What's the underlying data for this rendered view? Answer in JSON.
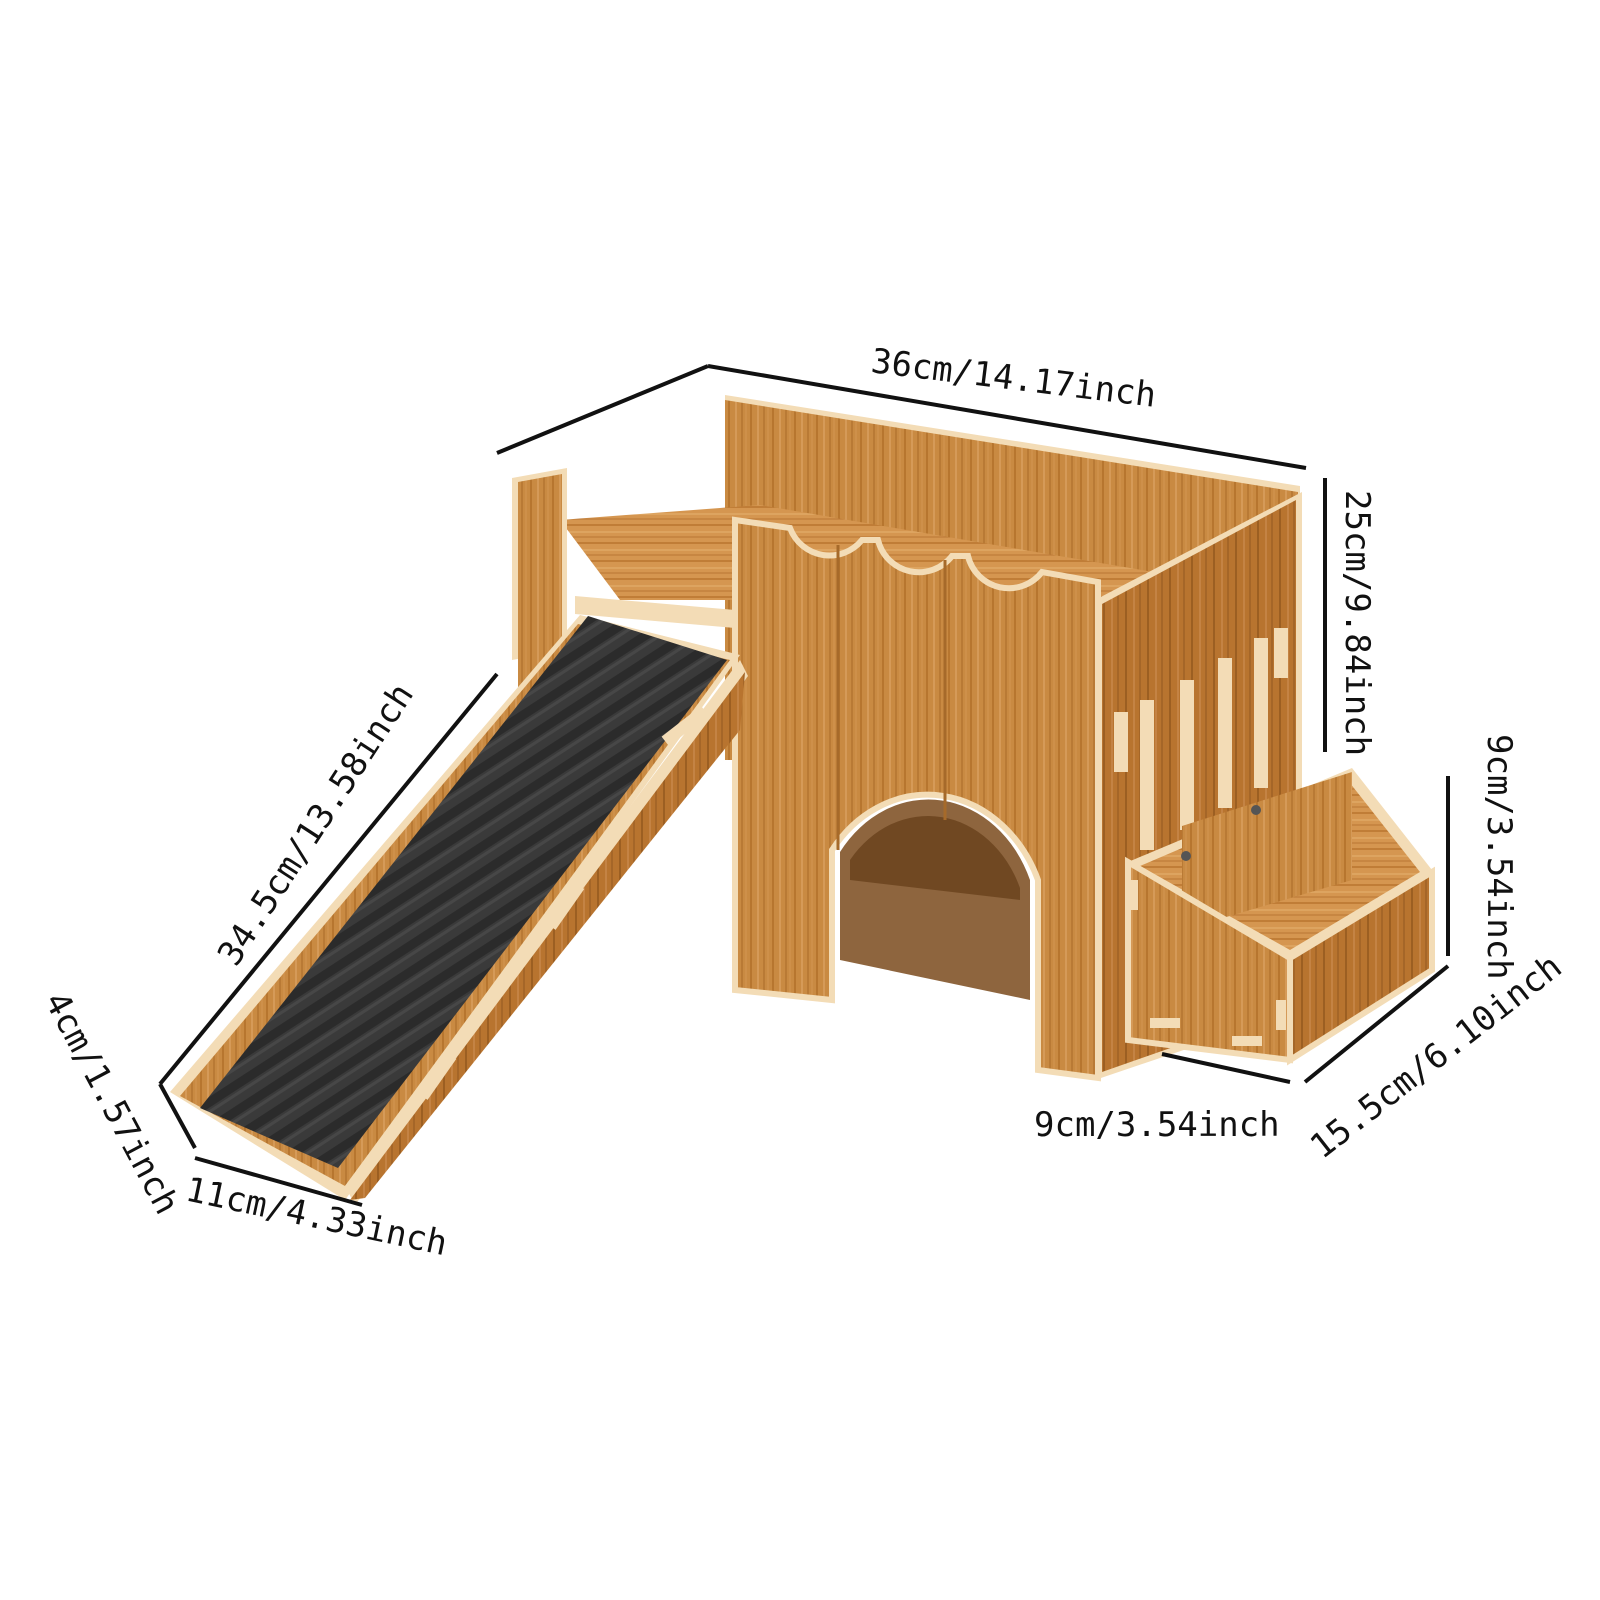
{
  "colors": {
    "background": "#ffffff",
    "wood_light": "#d99a4e",
    "wood_mid": "#c07a33",
    "wood_dark": "#8e5a24",
    "wood_edge": "#f3dcb6",
    "carpet": "#3b3b3b",
    "carpet_rib": "#2a2a2a",
    "shadow": "#6a3f14",
    "dimension_ink": "#111111"
  },
  "dimensions": {
    "total_length": "36cm/14.17inch",
    "total_height": "25cm/9.84inch",
    "ramp_length": "34.5cm/13.58inch",
    "ramp_height": "4cm/1.57inch",
    "ramp_width": "11cm/4.33inch",
    "feeder_height": "9cm/3.54inch",
    "feeder_width": "9cm/3.54inch",
    "feeder_depth": "15.5cm/6.10inch"
  }
}
